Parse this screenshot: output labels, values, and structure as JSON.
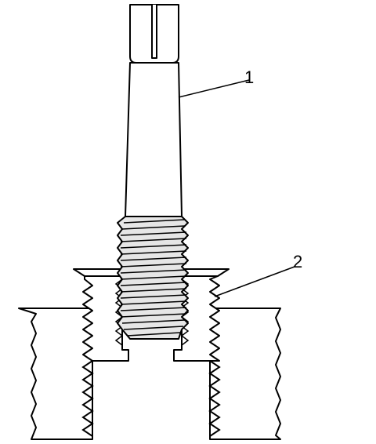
{
  "callouts": [
    {
      "id": "1",
      "label": "1"
    },
    {
      "id": "2",
      "label": "2"
    }
  ],
  "colors": {
    "stroke": "#000000",
    "background": "#ffffff",
    "shading": "#cfcfcf"
  }
}
